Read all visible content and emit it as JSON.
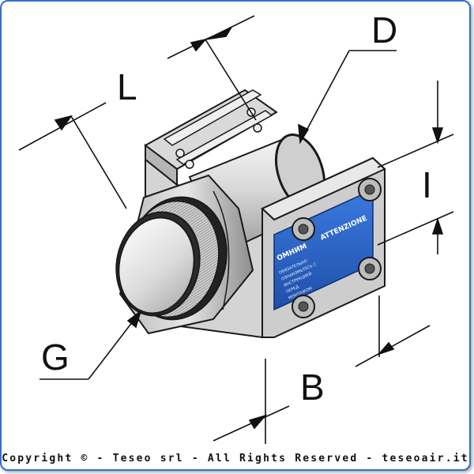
{
  "labels": {
    "L": "L",
    "D": "D",
    "I": "I",
    "G": "G",
    "B": "B"
  },
  "plate": {
    "brand": "ОМНИМ",
    "warning": "ATTENZIONE",
    "lines": [
      "ОБЯЗАТЕЛЬНО",
      "ОЗНАКОМЬТЕСЬ С",
      "ИНСТРУКЦИЕЙ",
      "ПЕРЕД",
      "МОНТАЖОМ"
    ]
  },
  "footer": {
    "copyright": "Copyright © - Teseo srl - All Rights Reserved - teseoair.it"
  },
  "colors": {
    "frame": "#2f6fd0",
    "plate": "#2a63c4",
    "metal": "#c8c8c8",
    "ink": "#111111"
  }
}
